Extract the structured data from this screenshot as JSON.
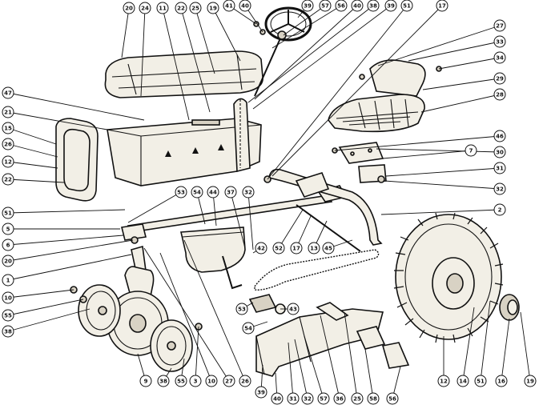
{
  "labels": [
    "20",
    "24",
    "11",
    "22",
    "25",
    "19",
    "41",
    "40",
    "39",
    "57",
    "56",
    "40",
    "38",
    "39",
    "51",
    "17",
    "27",
    "33",
    "34",
    "29",
    "28",
    "47",
    "21",
    "15",
    "26",
    "12",
    "22",
    "46",
    "30",
    "7",
    "31",
    "32",
    "53",
    "54",
    "44",
    "37",
    "32",
    "2",
    "51",
    "5",
    "6",
    "20",
    "1",
    "52",
    "17",
    "13",
    "45",
    "42",
    "10",
    "55",
    "38",
    "53",
    "43",
    "54",
    "9",
    "38",
    "55",
    "3",
    "10",
    "27",
    "26",
    "39",
    "40",
    "31",
    "32",
    "57",
    "36",
    "25",
    "58",
    "56",
    "12",
    "14",
    "51",
    "16",
    "19"
  ]
}
